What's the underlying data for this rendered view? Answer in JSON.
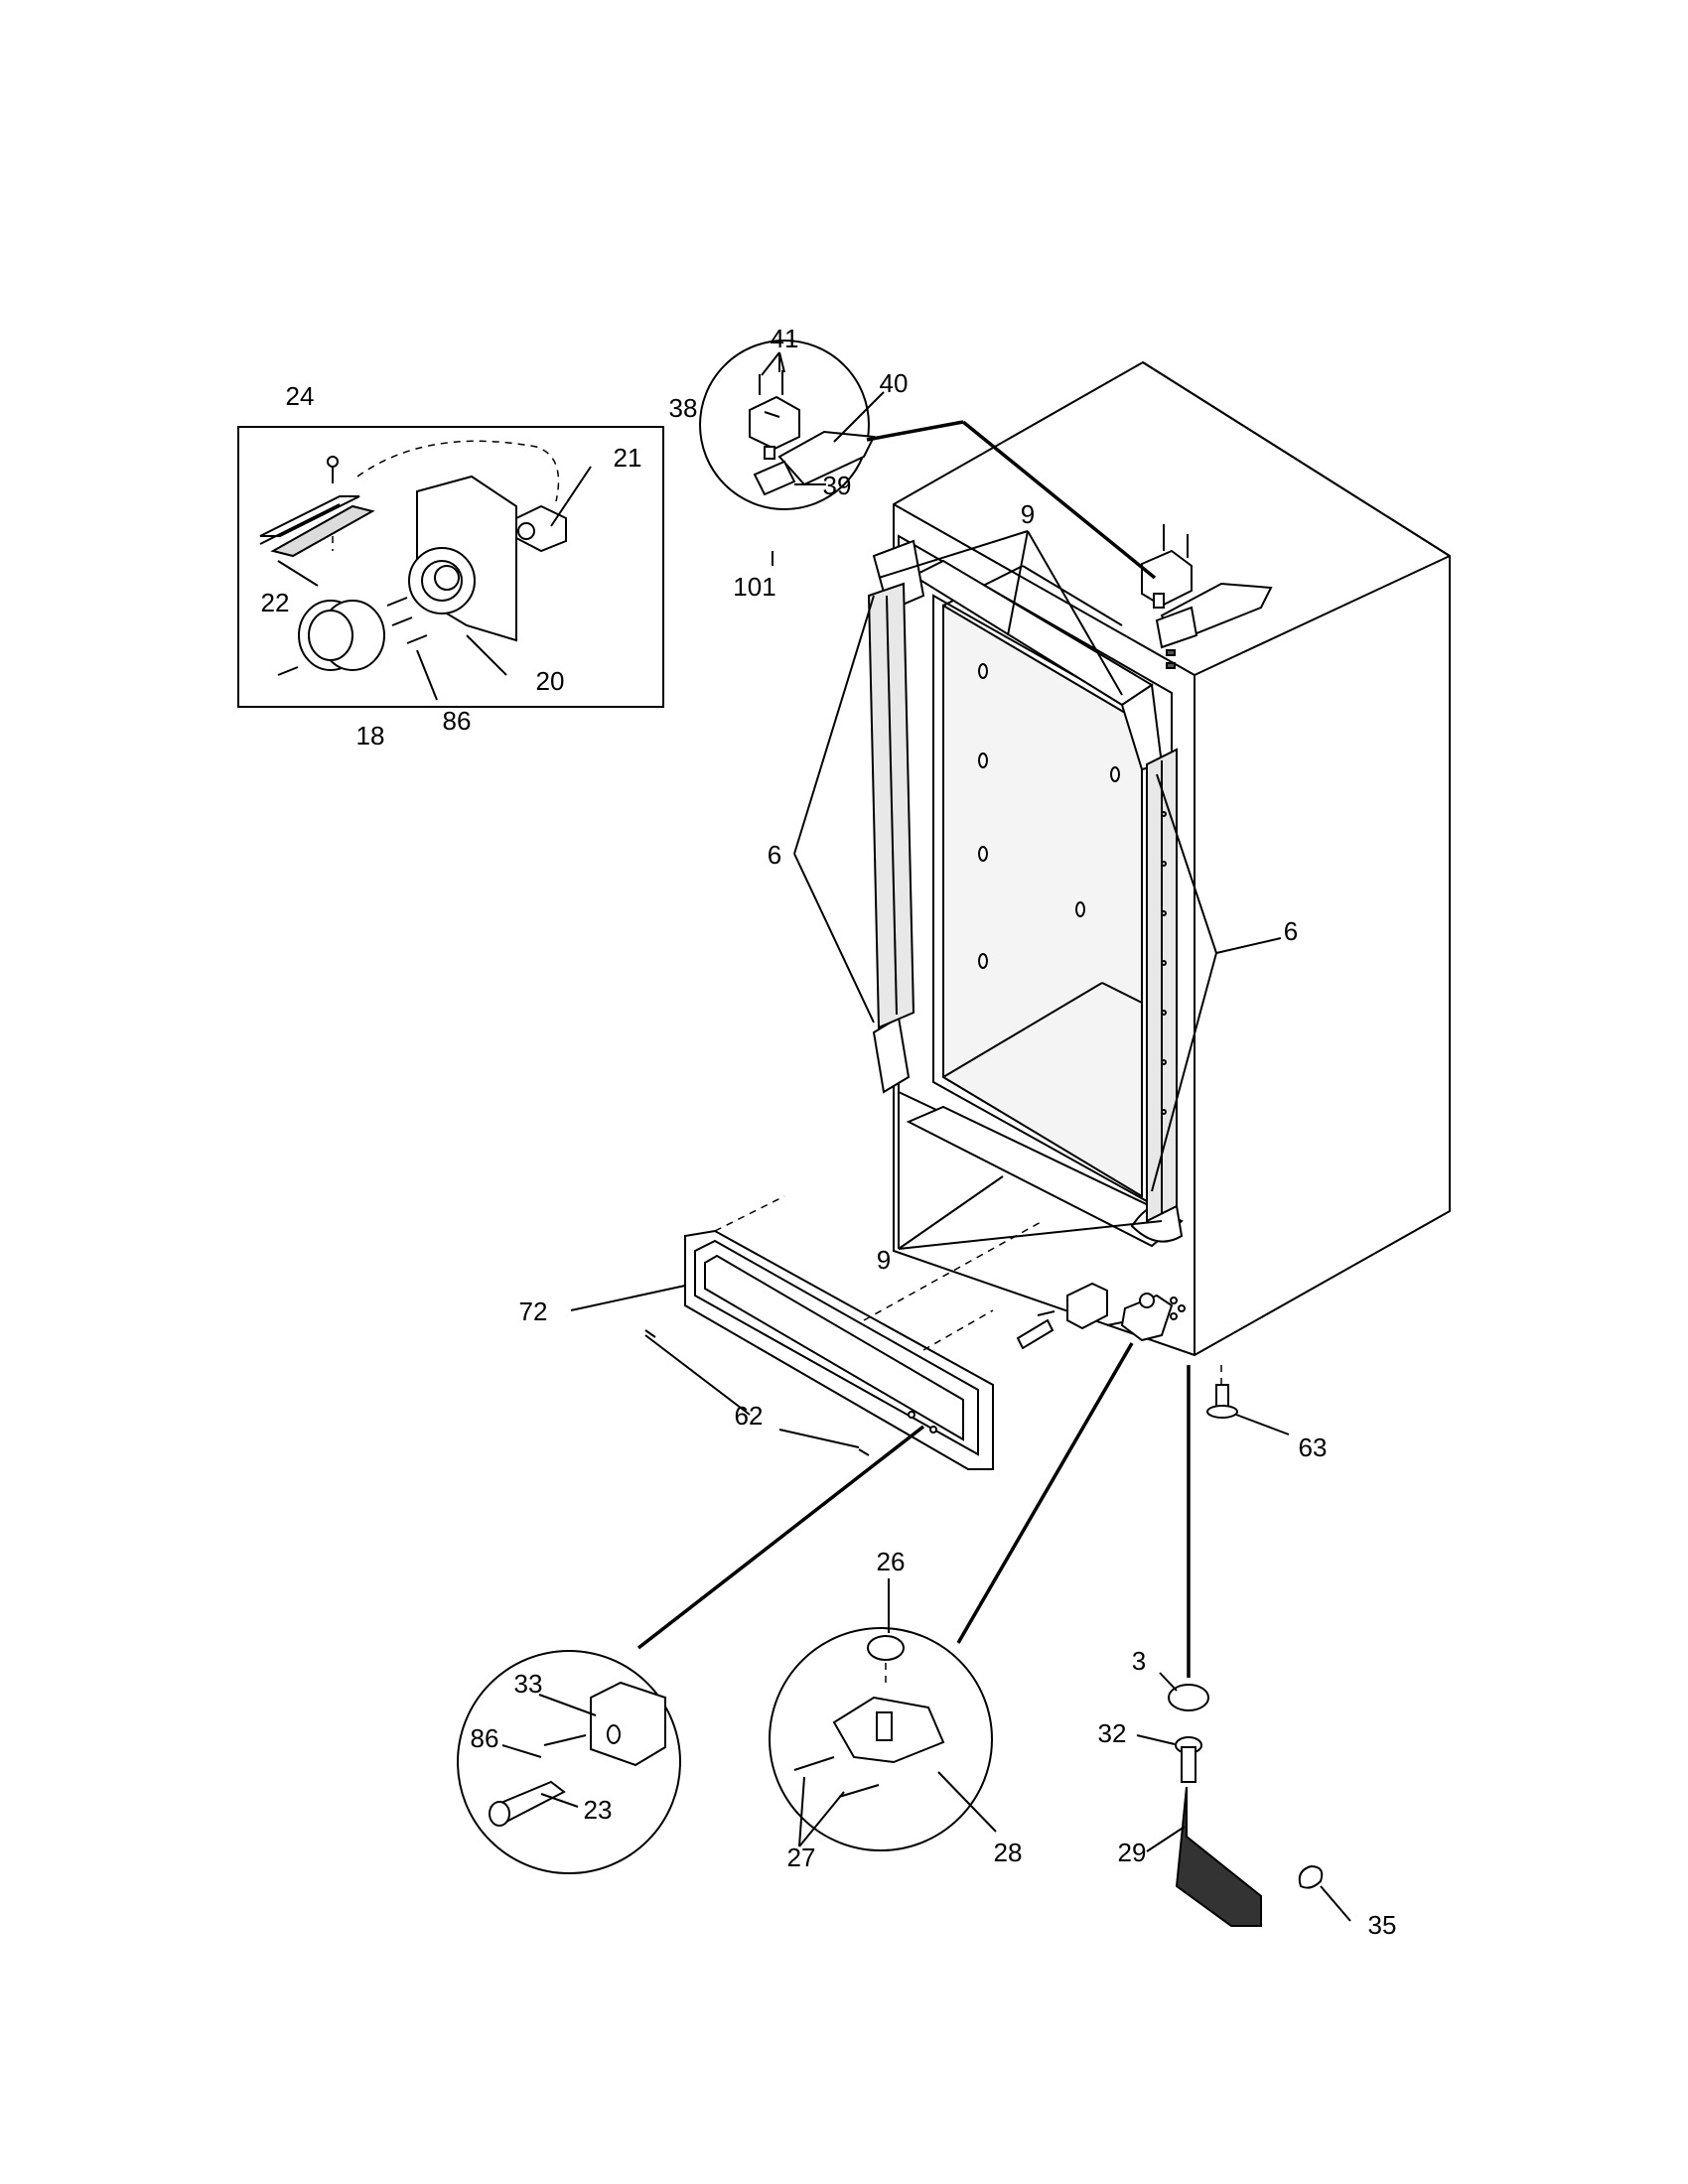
{
  "labels": {
    "l3": "3",
    "l6": "6",
    "l9": "9",
    "l18": "18",
    "l20": "20",
    "l21": "21",
    "l22": "22",
    "l23": "23",
    "l24": "24",
    "l26": "26",
    "l27": "27",
    "l28": "28",
    "l29": "29",
    "l32": "32",
    "l33": "33",
    "l35": "35",
    "l38": "38",
    "l39": "39",
    "l40": "40",
    "l41": "41",
    "l62": "62",
    "l63": "63",
    "l72": "72",
    "l86": "86",
    "l101": "101"
  }
}
